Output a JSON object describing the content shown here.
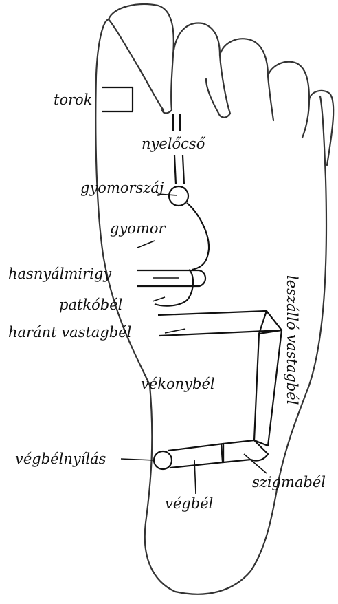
{
  "labels": {
    "torok": "torok",
    "nyelocso": "nyelőcső",
    "gyomorszaj": "gyomorszáj",
    "gyomor": "gyomor",
    "hasnyalmirigy": "hasnyálmirigy",
    "patkobel": "patkóbél",
    "harant_vastagbel": "haránt vastagbél",
    "leszallo_vastagbel": "leszálló vastagbél",
    "vekonybel": "vékonybél",
    "vegbelnyilas": "végbélnyílás",
    "vegbel": "végbél",
    "szigmabel": "szigmabél"
  },
  "colors": {
    "ink": "#111111",
    "outline": "#333333",
    "background": "#ffffff"
  }
}
